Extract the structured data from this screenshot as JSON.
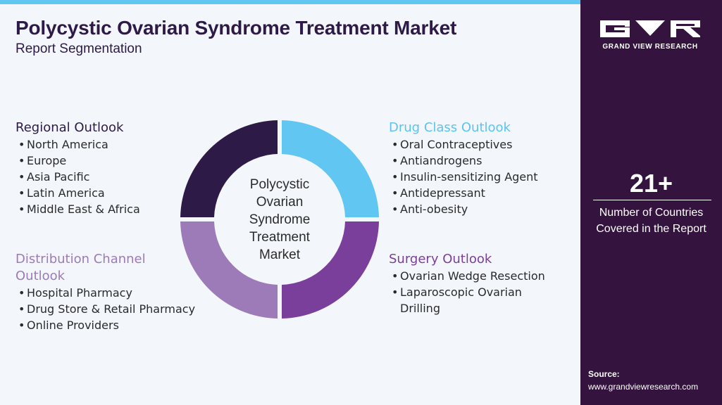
{
  "title": "Polycystic Ovarian Syndrome Treatment Market",
  "subtitle": "Report Segmentation",
  "center_label": "Polycystic\nOvarian\nSyndrome\nTreatment\nMarket",
  "segments": [
    {
      "heading": "Regional Outlook",
      "color": "#2e1a47",
      "items": [
        "North America",
        "Europe",
        "Asia Pacific",
        "Latin America",
        "Middle East & Africa"
      ]
    },
    {
      "heading": "Drug Class Outlook",
      "color": "#62c6f2",
      "items": [
        "Oral Contraceptives",
        "Antiandrogens",
        "Insulin-sensitizing Agent",
        "Antidepressant",
        "Anti-obesity"
      ]
    },
    {
      "heading": "Surgery Outlook",
      "color": "#7a3f9a",
      "items": [
        "Ovarian Wedge Resection",
        "Laparoscopic Ovarian\nDrilling"
      ]
    },
    {
      "heading": "Distribution Channel\nOutlook",
      "color": "#9c7bb8",
      "items": [
        "Hospital Pharmacy",
        "Drug Store & Retail Pharmacy",
        "Online Providers"
      ]
    }
  ],
  "brand": {
    "logo_text": "GRAND VIEW RESEARCH",
    "background": "#35133f"
  },
  "stat": {
    "number": "21+",
    "caption": "Number of Countries\nCovered in the Report"
  },
  "source": {
    "label": "Source:",
    "url": "www.grandviewresearch.com"
  }
}
